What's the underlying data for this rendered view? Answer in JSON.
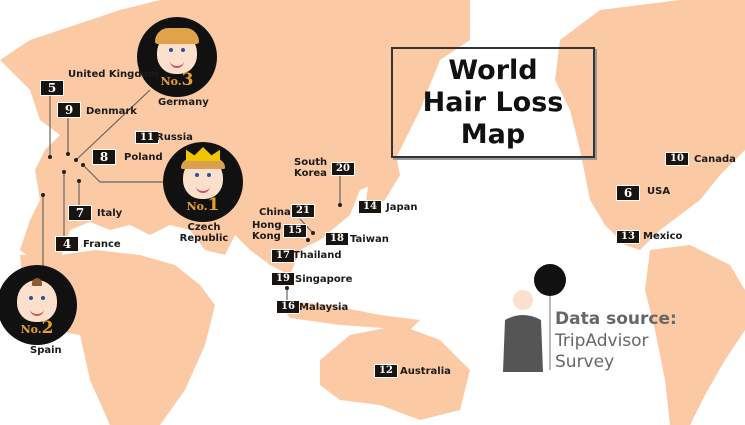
{
  "title": {
    "line1": "World",
    "line2": "Hair Loss",
    "line3": "Map"
  },
  "colors": {
    "land": "#fcc9a5",
    "badge": "#1a1411",
    "medal_text": "#e7a02a"
  },
  "rankings": [
    {
      "rank": "1",
      "country": "Czech Republic"
    },
    {
      "rank": "2",
      "country": "Spain"
    },
    {
      "rank": "3",
      "country": "Germany"
    },
    {
      "rank": "4",
      "country": "France"
    },
    {
      "rank": "5",
      "country": "United Kingdom"
    },
    {
      "rank": "6",
      "country": "USA"
    },
    {
      "rank": "7",
      "country": "Italy"
    },
    {
      "rank": "8",
      "country": "Poland"
    },
    {
      "rank": "9",
      "country": "Denmark"
    },
    {
      "rank": "10",
      "country": "Canada"
    },
    {
      "rank": "11",
      "country": "Russia"
    },
    {
      "rank": "12",
      "country": "Australia"
    },
    {
      "rank": "13",
      "country": "Mexico"
    },
    {
      "rank": "14",
      "country": "Japan"
    },
    {
      "rank": "15",
      "country": "Hong Kong"
    },
    {
      "rank": "16",
      "country": "Malaysia"
    },
    {
      "rank": "17",
      "country": "Thailand"
    },
    {
      "rank": "18",
      "country": "Taiwan"
    },
    {
      "rank": "19",
      "country": "Singapore"
    },
    {
      "rank": "20",
      "country": "South Korea"
    },
    {
      "rank": "21",
      "country": "China"
    }
  ],
  "medals": {
    "prefix": "No.",
    "first": "1",
    "second": "2",
    "third": "3"
  },
  "source": {
    "label": "Data source:",
    "line1": "TripAdvisor",
    "line2": "Survey"
  }
}
